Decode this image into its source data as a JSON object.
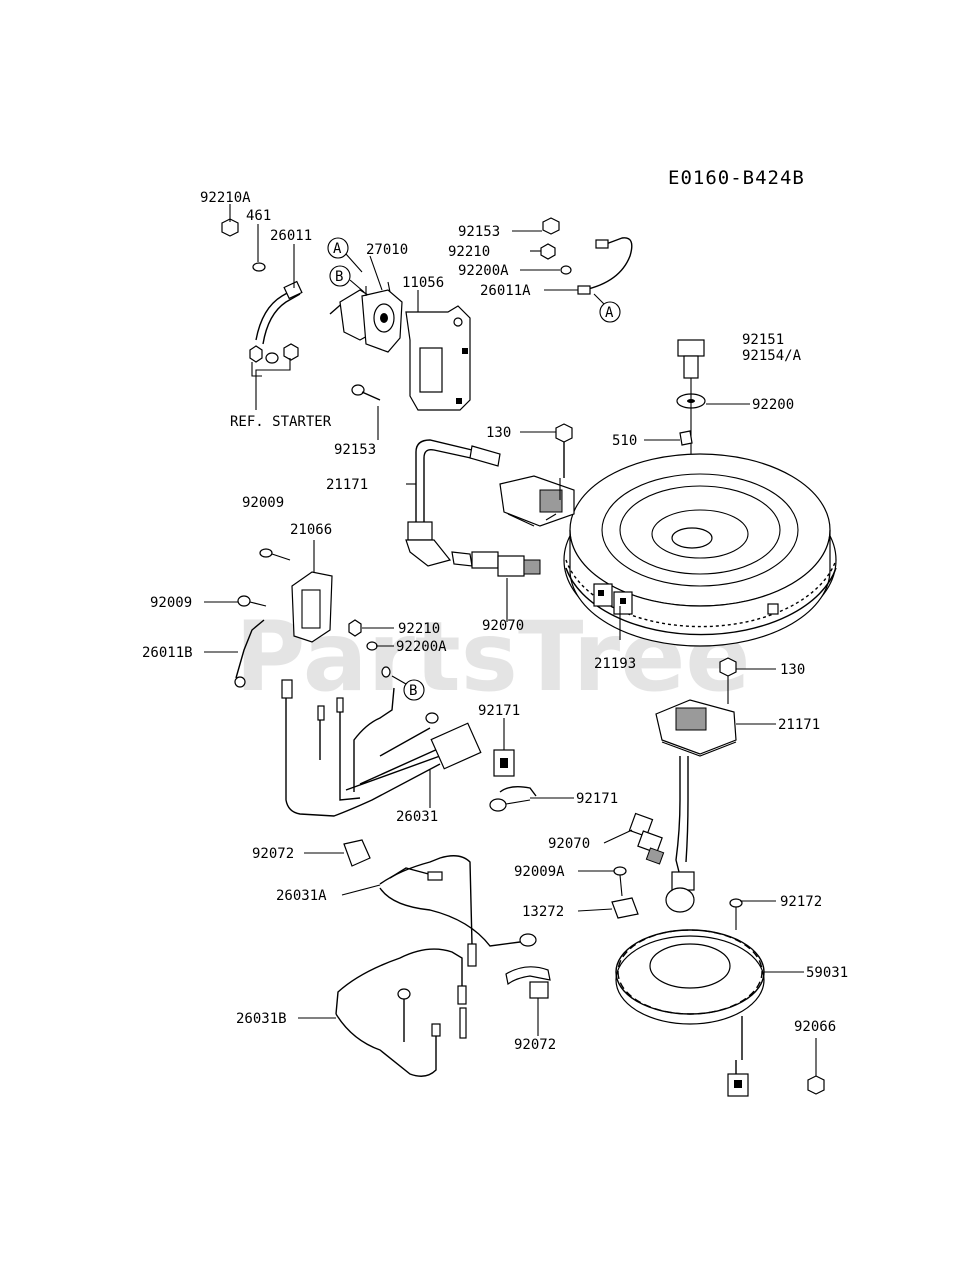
{
  "diagram": {
    "code": "E0160-B424B",
    "watermark": "PartsTree",
    "ref_note": "REF. STARTER",
    "parts": [
      {
        "id": "p-92210A",
        "label": "92210A"
      },
      {
        "id": "p-461",
        "label": "461"
      },
      {
        "id": "p-26011",
        "label": "26011"
      },
      {
        "id": "p-27010",
        "label": "27010"
      },
      {
        "id": "p-11056",
        "label": "11056"
      },
      {
        "id": "p-92153a",
        "label": "92153"
      },
      {
        "id": "p-92153b",
        "label": "92153"
      },
      {
        "id": "p-92210a",
        "label": "92210"
      },
      {
        "id": "p-92200A-a",
        "label": "92200A"
      },
      {
        "id": "p-26011A",
        "label": "26011A"
      },
      {
        "id": "p-92151",
        "label": "92151"
      },
      {
        "id": "p-92154A",
        "label": "92154/A"
      },
      {
        "id": "p-92200",
        "label": "92200"
      },
      {
        "id": "p-510",
        "label": "510"
      },
      {
        "id": "p-130a",
        "label": "130"
      },
      {
        "id": "p-21171a",
        "label": "21171"
      },
      {
        "id": "p-92009a",
        "label": "92009"
      },
      {
        "id": "p-21066",
        "label": "21066"
      },
      {
        "id": "p-92009b",
        "label": "92009"
      },
      {
        "id": "p-26011B",
        "label": "26011B"
      },
      {
        "id": "p-92210b",
        "label": "92210"
      },
      {
        "id": "p-92200A-b",
        "label": "92200A"
      },
      {
        "id": "p-92070a",
        "label": "92070"
      },
      {
        "id": "p-21193",
        "label": "21193"
      },
      {
        "id": "p-130b",
        "label": "130"
      },
      {
        "id": "p-21171b",
        "label": "21171"
      },
      {
        "id": "p-92171a",
        "label": "92171"
      },
      {
        "id": "p-92171b",
        "label": "92171"
      },
      {
        "id": "p-26031",
        "label": "26031"
      },
      {
        "id": "p-92070b",
        "label": "92070"
      },
      {
        "id": "p-92072a",
        "label": "92072"
      },
      {
        "id": "p-92009A",
        "label": "92009A"
      },
      {
        "id": "p-26031A",
        "label": "26031A"
      },
      {
        "id": "p-13272",
        "label": "13272"
      },
      {
        "id": "p-92172",
        "label": "92172"
      },
      {
        "id": "p-59031",
        "label": "59031"
      },
      {
        "id": "p-26031B",
        "label": "26031B"
      },
      {
        "id": "p-92072b",
        "label": "92072"
      },
      {
        "id": "p-92066",
        "label": "92066"
      }
    ],
    "callouts": [
      {
        "id": "c-A1",
        "letter": "A"
      },
      {
        "id": "c-B1",
        "letter": "B"
      },
      {
        "id": "c-A2",
        "letter": "A"
      },
      {
        "id": "c-B2",
        "letter": "B"
      }
    ]
  }
}
